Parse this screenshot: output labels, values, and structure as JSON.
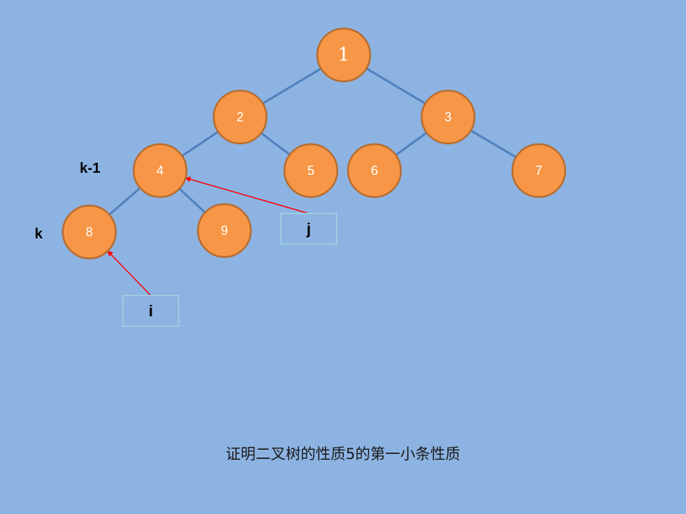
{
  "nodes": [
    {
      "id": "1",
      "label": "1"
    },
    {
      "id": "2",
      "label": "2"
    },
    {
      "id": "3",
      "label": "3"
    },
    {
      "id": "4",
      "label": "4"
    },
    {
      "id": "5",
      "label": "5"
    },
    {
      "id": "6",
      "label": "6"
    },
    {
      "id": "7",
      "label": "7"
    },
    {
      "id": "8",
      "label": "8"
    },
    {
      "id": "9",
      "label": "9"
    }
  ],
  "edges": [
    [
      "1",
      "2"
    ],
    [
      "1",
      "3"
    ],
    [
      "2",
      "4"
    ],
    [
      "2",
      "5"
    ],
    [
      "3",
      "6"
    ],
    [
      "3",
      "7"
    ],
    [
      "4",
      "8"
    ],
    [
      "4",
      "9"
    ]
  ],
  "level_labels": {
    "k_minus_1": "k-1",
    "k": "k"
  },
  "pointers": [
    {
      "label": "j",
      "points_to": "4"
    },
    {
      "label": "i",
      "points_to": "8"
    }
  ],
  "caption": "证明二叉树的性质5的第一小条性质",
  "colors": {
    "background": "#8db3e2",
    "node_fill": "#f79646",
    "edge": "#4f81bd",
    "pointer": "#ff0000"
  }
}
